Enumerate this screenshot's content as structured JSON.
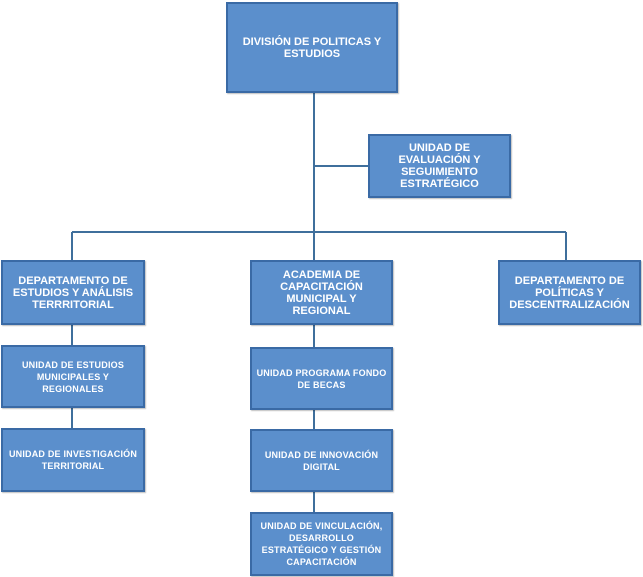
{
  "colors": {
    "box_fill": "#5b8fcc",
    "box_border": "#3a6aa5",
    "connector": "#3f6f9c",
    "text": "#ffffff"
  },
  "org_chart": {
    "root": {
      "label": "DIVISIÓN DE POLITICAS Y ESTUDIOS"
    },
    "staff_unit": {
      "label": "UNIDAD DE EVALUACIÓN Y SEGUIMIENTO ESTRATÉGICO"
    },
    "departments": [
      {
        "label": "DEPARTAMENTO DE ESTUDIOS Y ANÁLISIS TERRRITORIAL",
        "units": [
          {
            "label": "UNIDAD DE ESTUDIOS MUNICIPALES Y REGIONALES"
          },
          {
            "label": "UNIDAD DE INVESTIGACIÓN TERRITORIAL"
          }
        ]
      },
      {
        "label": "ACADEMIA DE CAPACITACIÓN MUNICIPAL Y REGIONAL",
        "units": [
          {
            "label": "UNIDAD PROGRAMA FONDO DE BECAS"
          },
          {
            "label": "UNIDAD DE INNOVACIÓN DIGITAL"
          },
          {
            "label": "UNIDAD DE VINCULACIÓN, DESARROLLO ESTRATÉGICO Y GESTIÓN CAPACITACIÓN"
          }
        ]
      },
      {
        "label": "DEPARTAMENTO DE POLÍTICAS Y DESCENTRALIZACIÓN",
        "units": []
      }
    ]
  }
}
